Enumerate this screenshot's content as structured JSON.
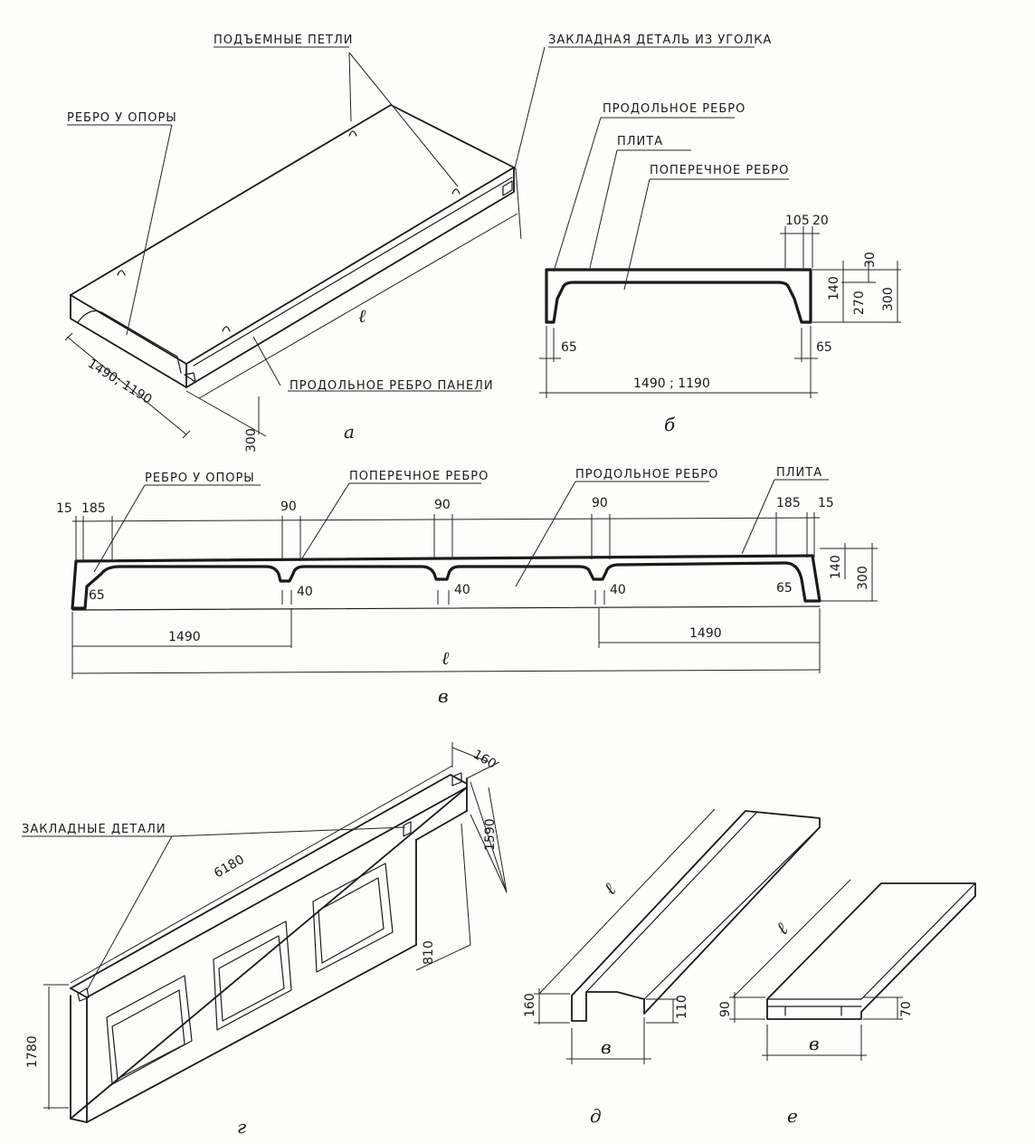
{
  "labels": {
    "lifting_loops": "ПОДЪЕМНЫЕ ПЕТЛИ",
    "angle_embed": "ЗАКЛАДНАЯ ДЕТАЛЬ ИЗ УГОЛКА",
    "support_rib": "РЕБРО У ОПОРЫ",
    "long_rib": "ПРОДОЛЬНОЕ РЕБРО",
    "slab": "ПЛИТА",
    "cross_rib": "ПОПЕРЕЧНОЕ РЕБРО",
    "panel_long_rib": "ПРОДОЛЬНОЕ РЕБРО ПАНЕЛИ",
    "support_rib_v": "РЕБРО У ОПОРЫ",
    "cross_rib_v": "ПОПЕРЕЧНОЕ РЕБРО",
    "long_rib_v": "ПРОДОЛЬНОЕ РЕБРО",
    "slab_v": "ПЛИТА",
    "embedded_parts": "ЗАКЛАДНЫЕ ДЕТАЛИ"
  },
  "captions": {
    "a": "а",
    "b": "б",
    "v": "в",
    "g": "г",
    "d": "д",
    "e": "е"
  },
  "dims_a": {
    "width": "1490; 1190",
    "height": "300",
    "length": "ℓ"
  },
  "dims_b": {
    "top_rib": "105",
    "top_gap": "20",
    "d30": "30",
    "d140": "140",
    "d270": "270",
    "d300": "300",
    "left_65": "65",
    "right_65": "65",
    "width": "1490 ; 1190"
  },
  "dims_v": {
    "d15_left": "15",
    "d185_left": "185",
    "d90_1": "90",
    "d90_2": "90",
    "d90_3": "90",
    "d185_right": "185",
    "d15_right": "15",
    "d140": "140",
    "d300": "300",
    "d65_left": "65",
    "d40_1": "40",
    "d40_2": "40",
    "d40_3": "40",
    "d65_right": "65",
    "d1490_left": "1490",
    "d1490_right": "1490",
    "length": "ℓ"
  },
  "dims_g": {
    "d160": "160",
    "d6180": "6180",
    "d1590": "1590",
    "d810": "810",
    "d1780": "1780"
  },
  "dims_d": {
    "length": "ℓ",
    "d160": "160",
    "d110": "110",
    "width": "в"
  },
  "dims_e": {
    "length": "ℓ",
    "d90": "90",
    "d70": "70",
    "width": "в"
  }
}
